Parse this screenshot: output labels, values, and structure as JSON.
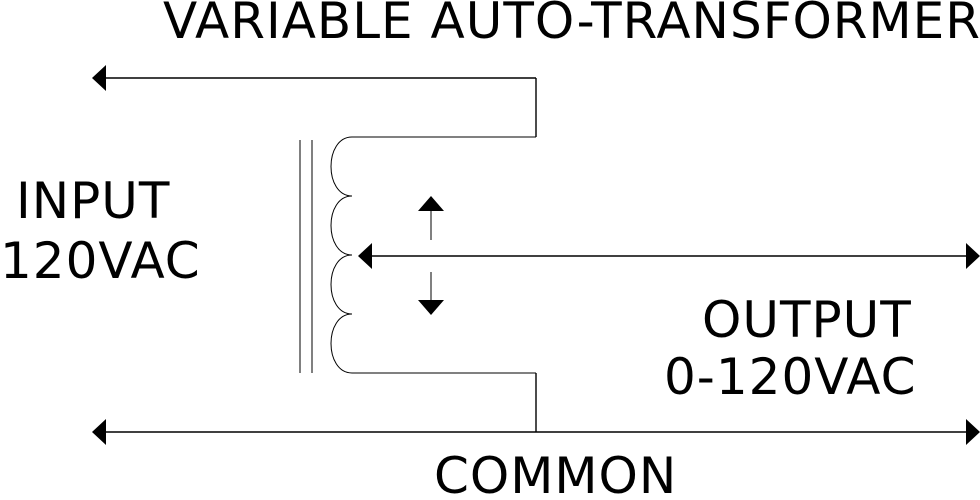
{
  "title": "VARIABLE AUTO-TRANSFORMER",
  "input": {
    "line1": "INPUT",
    "line2": "120VAC"
  },
  "output": {
    "line1": "OUTPUT",
    "line2": "0-120VAC"
  },
  "common": "COMMON",
  "colors": {
    "ink": "#000000",
    "background": "#ffffff"
  }
}
